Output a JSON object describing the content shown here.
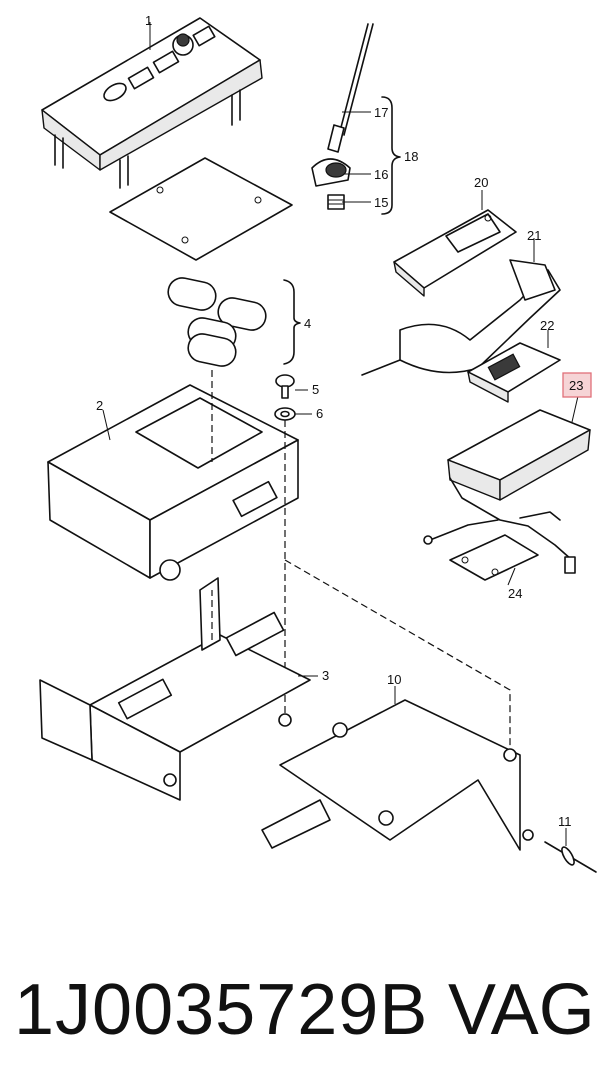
{
  "diagram": {
    "callouts": [
      "1",
      "2",
      "3",
      "4",
      "5",
      "6",
      "10",
      "11",
      "15",
      "16",
      "17",
      "18",
      "20",
      "21",
      "22",
      "23",
      "24"
    ],
    "highlighted_callout": "23",
    "highlight_color": "#f6d4d6"
  },
  "footer": {
    "part_number": "1J0035729B",
    "brand": "VAG"
  }
}
